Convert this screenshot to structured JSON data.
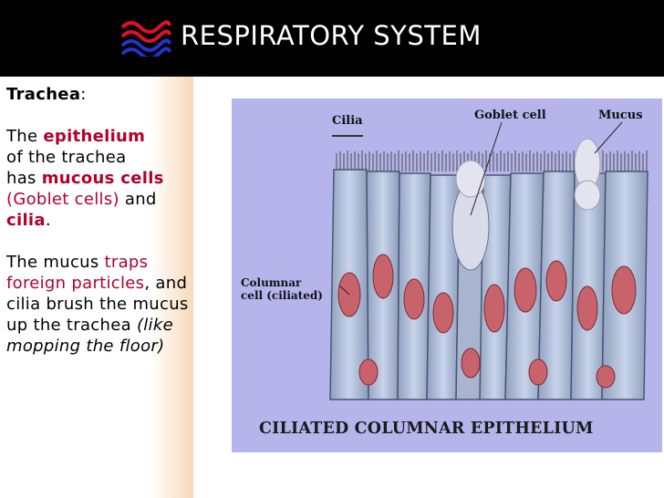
{
  "header": {
    "title": "RESPIRATORY SYSTEM",
    "logo_icon": "red-blue-wave-logo-icon",
    "background": "#000000"
  },
  "content": {
    "heading_word": "Trachea",
    "heading_colon": ":",
    "p1": {
      "t1": "The ",
      "epithelium": "epithelium",
      "t2": "of the trachea",
      "t3": "has ",
      "mucous_cells": "mucous cells",
      "goblet": " (Goblet cells)",
      "t4": " and ",
      "cilia": "cilia",
      "t5": "."
    },
    "p2": {
      "t1": "The mucus ",
      "traps": "traps foreign particles",
      "t2": ", and cilia brush the mucus up the trachea ",
      "like": "(like mopping the floor)"
    },
    "accent_color": "#b3002d"
  },
  "figure": {
    "labels": {
      "cilia": "Cilia",
      "goblet_cell": "Goblet cell",
      "mucus": "Mucus",
      "columnar_line1": "Columnar",
      "columnar_line2": "cell (ciliated)"
    },
    "caption": "CILIATED COLUMNAR EPITHELIUM",
    "background": "#b5b5ec"
  }
}
